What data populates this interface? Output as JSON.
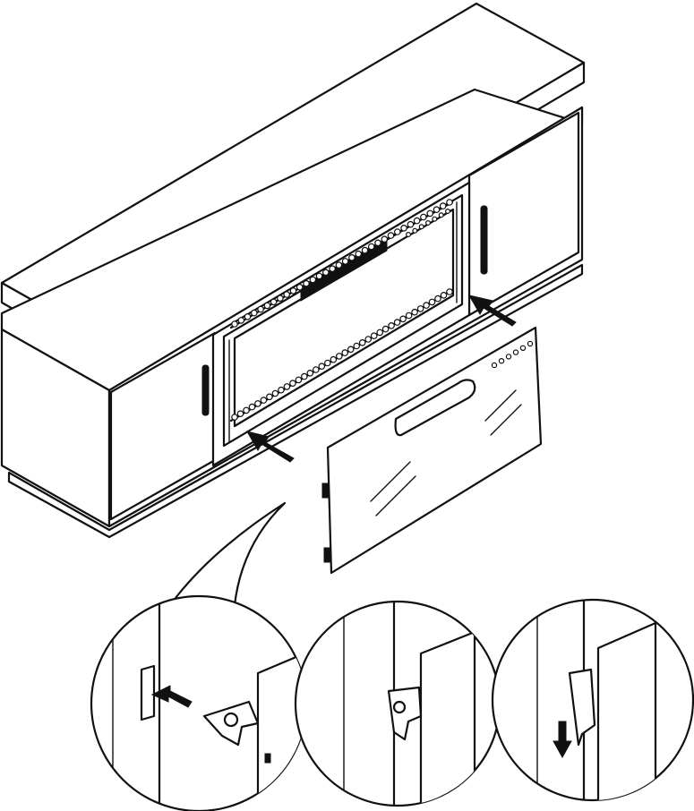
{
  "diagram": {
    "subject": "tv-stand-fireplace-insert-assembly",
    "line_color": "#111111",
    "background_color": "#ffffff",
    "detail_steps": 3,
    "arrow_directions": [
      "left",
      "up-left",
      "up-left",
      "down"
    ]
  }
}
